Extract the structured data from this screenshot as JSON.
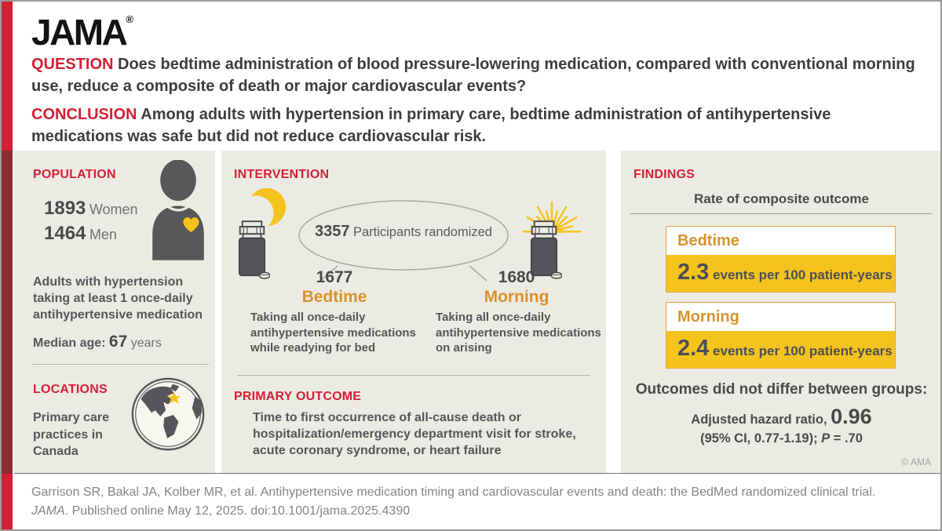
{
  "brand": {
    "logo": "JAMA",
    "registered": "®",
    "copyright": "© AMA"
  },
  "header": {
    "question_label": "QUESTION",
    "question_text": " Does bedtime administration of blood pressure-lowering medication, compared with conventional morning use, reduce a composite of death or major cardiovascular events?",
    "conclusion_label": "CONCLUSION",
    "conclusion_text": " Among adults with hypertension in primary care, bedtime administration of antihypertensive medications was safe but did not reduce cardiovascular risk."
  },
  "population": {
    "heading": "POPULATION",
    "women_count": "1893",
    "women_label": "Women",
    "men_count": "1464",
    "men_label": "Men",
    "description": "Adults with hypertension taking at least 1 once-daily antihypertensive medication",
    "median_age_label": "Median age:",
    "median_age_value": "67",
    "median_age_unit": "years"
  },
  "locations": {
    "heading": "LOCATIONS",
    "description": "Primary care practices in Canada"
  },
  "intervention": {
    "heading": "INTERVENTION",
    "randomized_count": "3357",
    "randomized_label": "Participants randomized",
    "arms": [
      {
        "count": "1677",
        "name": "Bedtime",
        "description": "Taking all once-daily antihypertensive medications while readying for bed"
      },
      {
        "count": "1680",
        "name": "Morning",
        "description": "Taking all once-daily antihypertensive medications on arising"
      }
    ]
  },
  "primary_outcome": {
    "heading": "PRIMARY OUTCOME",
    "description": "Time to first occurrence of all-cause death or hospitalization/emergency department visit for stroke, acute coronary syndrome, or heart failure"
  },
  "findings": {
    "heading": "FINDINGS",
    "subtitle": "Rate of composite outcome",
    "results": [
      {
        "group": "Bedtime",
        "value": "2.3",
        "unit": " events per 100 patient-years"
      },
      {
        "group": "Morning",
        "value": "2.4",
        "unit": " events per 100 patient-years"
      }
    ],
    "summary": "Outcomes did not differ between groups:",
    "hazard_label": "Adjusted hazard ratio, ",
    "hazard_value": "0.96",
    "ci_prefix": "(95% CI, 0.77-1.19); ",
    "p_label": "P",
    "p_suffix": " = .70"
  },
  "citation": {
    "line_before_journal": "Garrison SR, Bakal JA, Kolber MR, et al. Antihypertensive medication timing and cardiovascular events and death: the BedMed randomized clinical trial. ",
    "journal": "JAMA",
    "line_after_journal": ". Published online May 12, 2025. doi:10.1001/jama.2025.4390"
  },
  "colors": {
    "accent_red": "#d41f35",
    "accent_maroon": "#8e2a31",
    "panel_beige": "#ecebe3",
    "highlight_yellow": "#f5c31e",
    "arm_orange": "#d8922b",
    "text_dark": "#49494b",
    "text_gray": "#55555a",
    "citation_gray": "#84848a"
  }
}
